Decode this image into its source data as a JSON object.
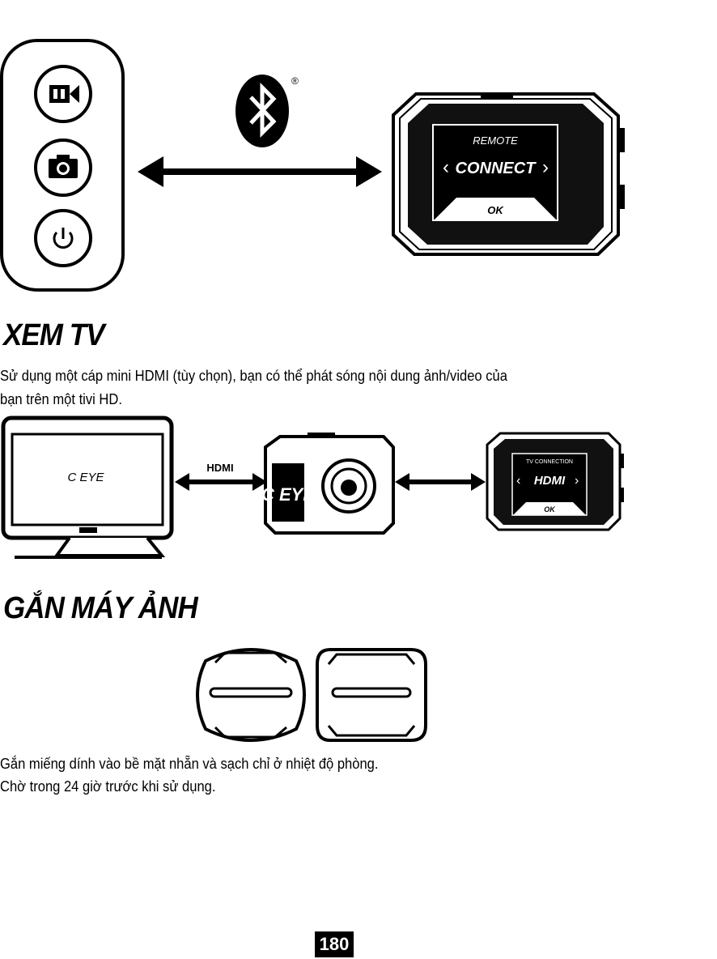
{
  "remote": {
    "buttons": [
      "video-record-icon",
      "camera-icon",
      "power-icon"
    ]
  },
  "bluetooth": {
    "icon": "bluetooth-icon",
    "mark": "®"
  },
  "camera_screen": {
    "title": "REMOTE",
    "option": "CONNECT",
    "confirm": "OK"
  },
  "section_tv": {
    "heading": "XEM TV",
    "body_line1": "Sử dụng một cáp mini HDMI (tùy chọn), bạn có thể phát sóng nội dung ảnh/video của",
    "body_line2": "bạn trên một tivi HD."
  },
  "tv_diagram": {
    "tv_screen_text": "C EYE",
    "cable_label": "HDMI",
    "camera_front_text": "C EYE",
    "hdmi_screen": {
      "title": "TV CONNECTION",
      "option": "HDMI",
      "confirm": "OK"
    }
  },
  "section_mount": {
    "heading": "GẮN MÁY ẢNH",
    "body_line1": "Gắn miếng dính vào bề mặt nhẵn và sạch chỉ ở nhiệt độ phòng.",
    "body_line2": "Chờ trong 24 giờ trước khi sử dụng."
  },
  "page_number": "180"
}
